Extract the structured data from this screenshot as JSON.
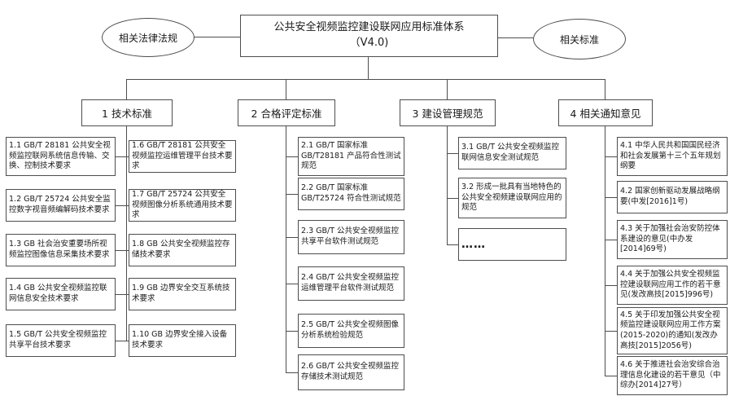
{
  "diagram": {
    "root": {
      "title": "公共安全视频监控建设联网应用标准体系",
      "version": "（V4.0)"
    },
    "satellites": {
      "left": "相关法律法规",
      "right": "相关标准"
    },
    "branches": [
      {
        "label": "1 技术标准",
        "items": [
          "1.1 GB/T 28181 公共安全视频监控联网系统信息传输、交换、控制技术要求",
          "1.2 GB/T 25724 公共安全监控数字视音频编解码技术要求",
          "1.3 GB 社会治安重要场所视频监控图像信息采集技术要求",
          "1.4 GB 公共安全视频监控联网信息安全技术要求",
          "1.5 GB/T 公共安全视频监控共享平台技术要求",
          "1.6 GB/T 28181 公共安全视频监控运维管理平台技术要求",
          "1.7 GB/T 25724 公共安全视频图像分析系统通用技术要求",
          "1.8 GB 公共安全视频监控存储技术要求",
          "1.9 GB 边界安全交互系统技术要求",
          "1.10 GB 边界安全接入设备技术要求"
        ]
      },
      {
        "label": "2 合格评定标准",
        "items": [
          "2.1 GB/T 国家标准 GB/T28181 产品符合性测试规范",
          "2.2 GB/T 国家标准 GB/T25724 符合性测试规范",
          "2.3 GB/T 公共安全视频监控共享平台软件测试规范",
          "2.4 GB/T 公共安全视频监控运维管理平台软件测试规范",
          "2.5 GB/T 公共安全视频图像分析系统检验规范",
          "2.6 GB/T 公共安全视频监控存储技术测试规范"
        ]
      },
      {
        "label": "3 建设管理规范",
        "items": [
          "3.1 GB/T 公共安全视频监控联网信息安全测试规范",
          "3.2 形成一批具有当地特色的公共安全视频建设联网应用的规范",
          "……"
        ]
      },
      {
        "label": "4 相关通知意见",
        "items": [
          "4.1 中华人民共和国国民经济和社会发展第十三个五年规划纲要",
          "4.2 国家创新驱动发展战略纲要(中发[2016]1号)",
          "4.3 关于加强社会治安防控体系建设的意见(中办发[2014]69号)",
          "4.4 关于加强公共安全视频监控建设联网应用工作的若干意见(发改高技[2015]996号)",
          "4.5 关于印发加强公共安全视频监控建设联网应用工作方案(2015-2020)的通知(发改办高技[2015]2056号)",
          "4.6 关于推进社会治安综合治理信息化建设的若干意见（中综办[2014]27号）"
        ]
      }
    ],
    "colors": {
      "line": "#4d4d4d",
      "text": "#1a1a1a",
      "background": "#ffffff"
    }
  }
}
